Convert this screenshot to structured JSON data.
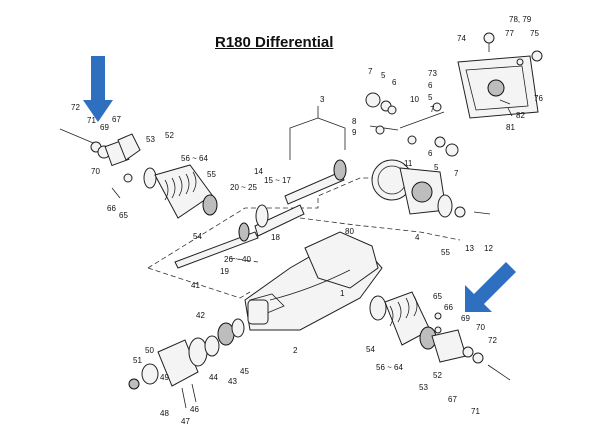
{
  "title": "R180 Differential",
  "callouts": {
    "upper_left": {
      "color": "#2f6fc0"
    },
    "lower_right": {
      "color": "#2f6fc0"
    }
  },
  "labels": {
    "l72a": "72",
    "l71a": "71",
    "l69a": "69",
    "l67a": "67",
    "l70a": "70",
    "l66a": "66",
    "l65a": "65",
    "l53a": "53",
    "l52a": "52",
    "l5664a": "56 ~ 64",
    "l55a": "55",
    "l54a": "54",
    "l14": "14",
    "l1517": "15 ~ 17",
    "l2025": "20 ~ 25",
    "l18": "18",
    "l2640": "26 ~ 40",
    "l19": "19",
    "l41": "41",
    "l3": "3",
    "l7a": "7",
    "l5a": "5",
    "l6a": "6",
    "l8": "8",
    "l9": "9",
    "l10": "10",
    "l11": "11",
    "l6b": "6",
    "l5b": "5",
    "l7b": "7",
    "l4": "4",
    "l55b": "55",
    "l13": "13",
    "l12": "12",
    "l74": "74",
    "l7879": "78, 79",
    "l77": "77",
    "l75": "75",
    "l73": "73",
    "l76": "76",
    "l82": "82",
    "l81": "81",
    "l80": "80",
    "l1": "1",
    "l2": "2",
    "l42": "42",
    "l44": "44",
    "l43": "43",
    "l45": "45",
    "l51": "51",
    "l50": "50",
    "l49": "49",
    "l48": "48",
    "l47": "47",
    "l46": "46",
    "l54b": "54",
    "l5664b": "56 ~ 64",
    "l53b": "53",
    "l52b": "52",
    "l65b": "65",
    "l66b": "66",
    "l69b": "69",
    "l70b": "70",
    "l72b": "72",
    "l67b": "67",
    "l71b": "71"
  }
}
